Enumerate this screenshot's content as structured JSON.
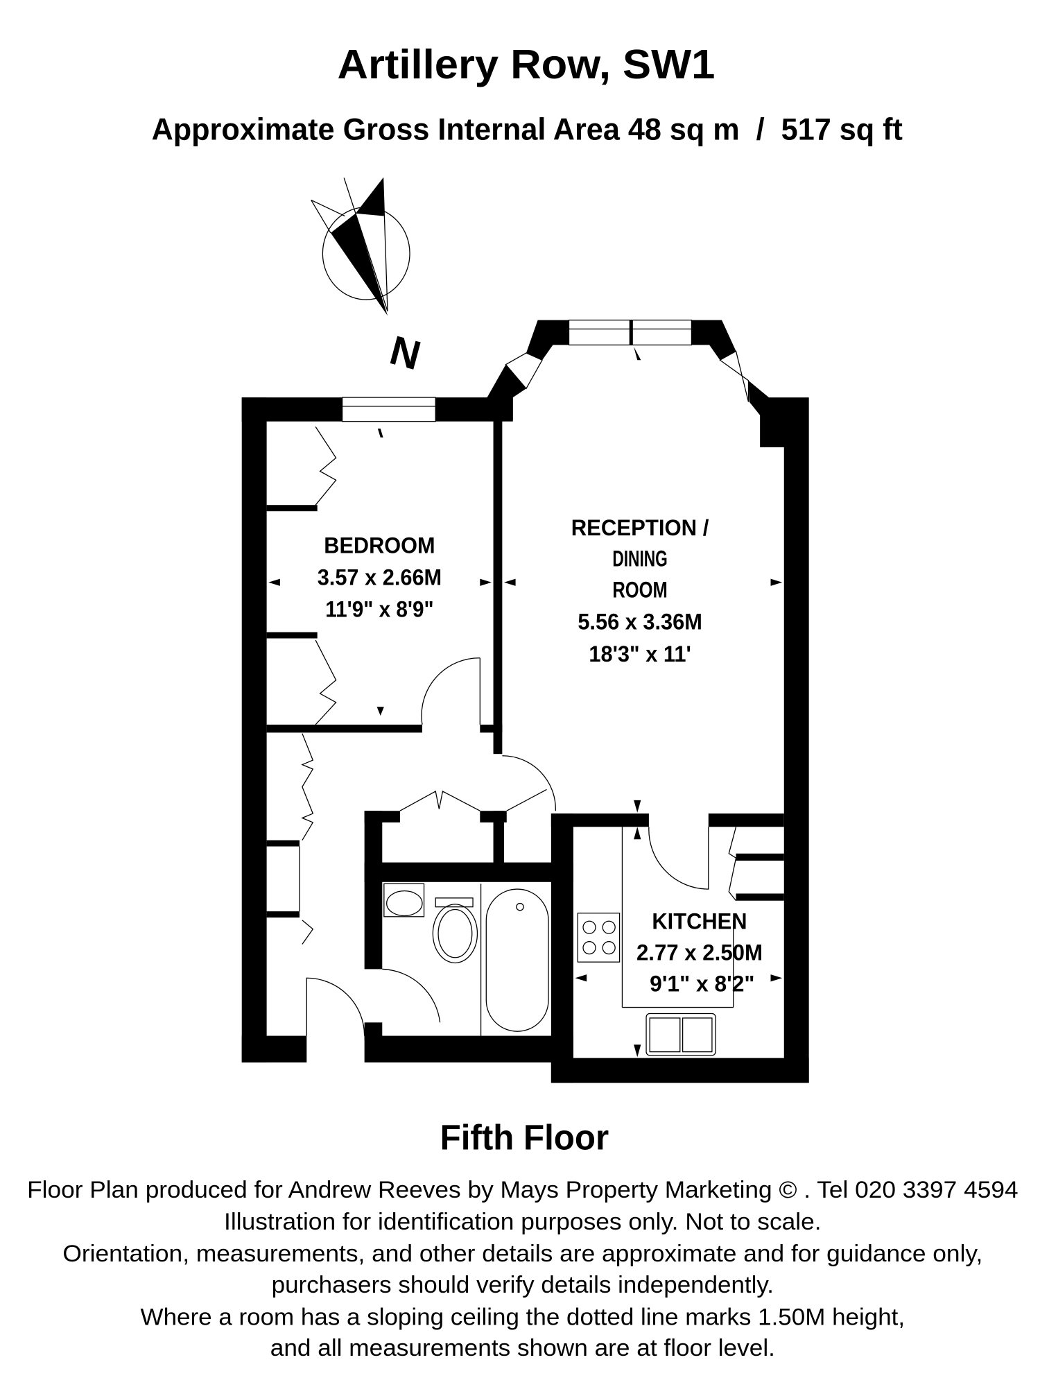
{
  "header": {
    "title": "Artillery Row, SW1",
    "subtitle": "Approximate Gross Internal Area 48 sq m  /  517 sq ft"
  },
  "compass": {
    "label": "N",
    "icon": "north-arrow-icon"
  },
  "rooms": {
    "bedroom": {
      "name": "BEDROOM",
      "metric": "3.57 x 2.66M",
      "imperial": "11'9\" x 8'9\""
    },
    "reception": {
      "name_line1": "RECEPTION /",
      "name_line2": "DINING",
      "name_line3": "ROOM",
      "metric": "5.56 x 3.36M",
      "imperial": "18'3\" x 11'"
    },
    "kitchen": {
      "name": "KITCHEN",
      "metric": "2.77 x 2.50M",
      "imperial": "9'1\" x 8'2\""
    }
  },
  "floor_label": "Fifth Floor",
  "footer": {
    "lines": [
      "Floor Plan produced for Andrew Reeves by Mays Property Marketing © . Tel 020 3397 4594",
      "Illustration for identification purposes only. Not to scale.",
      "Orientation, measurements, and other details are approximate and for guidance only,",
      "purchasers should verify details independently.",
      "Where a room has a sloping ceiling the dotted line marks 1.50M height,",
      "and all measurements shown are at floor level."
    ]
  }
}
